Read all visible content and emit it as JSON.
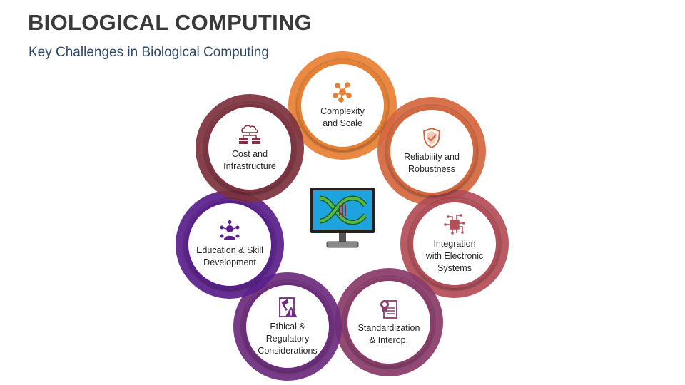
{
  "header": {
    "title": "BIOLOGICAL COMPUTING",
    "subtitle": "Key Challenges in Biological Computing"
  },
  "center": {
    "icon": "monitor-dna-icon"
  },
  "items": [
    {
      "label": "Complexity\nand Scale",
      "icon": "network-nodes-icon",
      "color": "#E88033"
    },
    {
      "label": "Reliability and\nRobustness",
      "icon": "shield-check-icon",
      "color": "#D4673E"
    },
    {
      "label": "Integration\nwith Electronic\nSystems",
      "icon": "circuit-chip-icon",
      "color": "#B44E58"
    },
    {
      "label": "Standardization\n& Interop.",
      "icon": "certificate-icon",
      "color": "#8A3C6B"
    },
    {
      "label": "Ethical &\nRegulatory\nConsiderations",
      "icon": "gavel-warning-icon",
      "color": "#6E2C7E"
    },
    {
      "label": "Education & Skill\nDevelopment",
      "icon": "learner-network-icon",
      "color": "#5A1F8C"
    },
    {
      "label": "Cost and\nInfrastructure",
      "icon": "cloud-servers-icon",
      "color": "#7E3340"
    }
  ]
}
